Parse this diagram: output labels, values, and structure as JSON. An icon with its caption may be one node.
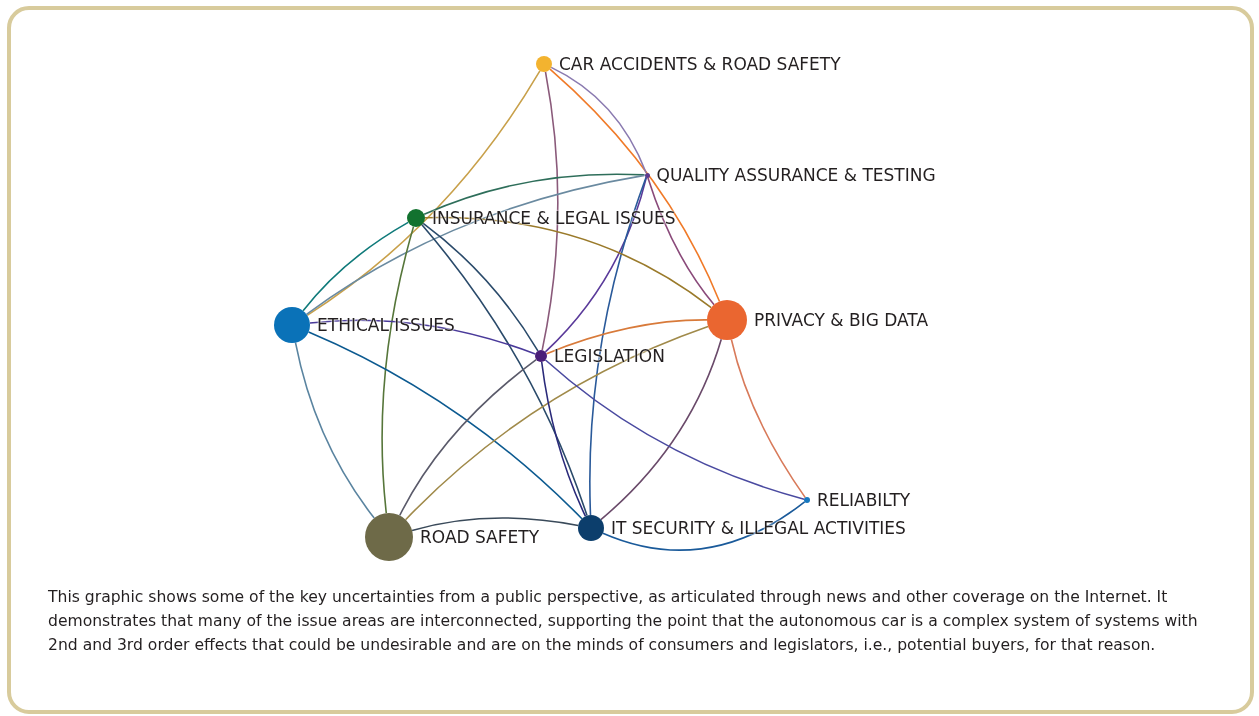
{
  "diagram": {
    "nodes": [
      {
        "text": [
          "CAR ACCIDENTS & ROAD SAFETY"
        ]
      },
      {
        "text": [
          "QUALITY ASSURANCE & TESTING"
        ]
      },
      {
        "text": [
          "INSURANCE & LEGAL ISSUES"
        ]
      },
      {
        "text": [
          "ETHICAL ISSUES"
        ]
      },
      {
        "text": [
          "PRIVACY & BIG DATA"
        ]
      },
      {
        "text": [
          "LEGISLATION"
        ]
      },
      {
        "text": [
          "RELIABILTY"
        ]
      },
      {
        "text": [
          "ROAD SAFETY"
        ]
      },
      {
        "text": [
          "IT SECURITY & ILLEGAL ACTIVITIES"
        ]
      }
    ],
    "edges": [
      {
        "from": 0,
        "to": 3,
        "arrow": "none",
        "color": "#c8a04a"
      },
      {
        "from": 0,
        "to": 5,
        "arrow": "none",
        "color": "#8a5a7a"
      },
      {
        "from": 0,
        "to": 4,
        "arrow": "none",
        "color": "#f07a28"
      },
      {
        "from": 0,
        "to": 1,
        "arrow": "none",
        "color": "#8a7ab0"
      },
      {
        "from": 1,
        "to": 4,
        "arrow": "none",
        "color": "#8a4a7a"
      },
      {
        "from": 1,
        "to": 2,
        "arrow": "none",
        "color": "#2e6e5a"
      },
      {
        "from": 1,
        "to": 3,
        "arrow": "none",
        "color": "#6a8aa0"
      },
      {
        "from": 1,
        "to": 5,
        "arrow": "none",
        "color": "#5a3a9a"
      },
      {
        "from": 1,
        "to": 8,
        "arrow": "none",
        "color": "#2a5a9a"
      },
      {
        "from": 2,
        "to": 3,
        "arrow": "none",
        "color": "#0f7a7a"
      },
      {
        "from": 2,
        "to": 7,
        "arrow": "none",
        "color": "#56763a"
      },
      {
        "from": 2,
        "to": 5,
        "arrow": "none",
        "color": "#2a4a6a"
      },
      {
        "from": 2,
        "to": 8,
        "arrow": "none",
        "color": "#2a4a6a"
      },
      {
        "from": 2,
        "to": 4,
        "arrow": "none",
        "color": "#9a7a2a"
      },
      {
        "from": 3,
        "to": 5,
        "arrow": "none",
        "color": "#4a3a9a"
      },
      {
        "from": 3,
        "to": 8,
        "arrow": "none",
        "color": "#0c5a90"
      },
      {
        "from": 3,
        "to": 7,
        "arrow": "none",
        "color": "#5a84a0"
      },
      {
        "from": 4,
        "to": 5,
        "arrow": "none",
        "color": "#d87a3a"
      },
      {
        "from": 4,
        "to": 7,
        "arrow": "none",
        "color": "#a08a4a"
      },
      {
        "from": 4,
        "to": 8,
        "arrow": "none",
        "color": "#6a4a6a"
      },
      {
        "from": 4,
        "to": 6,
        "arrow": "none",
        "color": "#d87a5a"
      },
      {
        "from": 5,
        "to": 7,
        "arrow": "none",
        "color": "#5a5a6a"
      },
      {
        "from": 5,
        "to": 8,
        "arrow": "none",
        "color": "#2a2a7a"
      },
      {
        "from": 5,
        "to": 6,
        "arrow": "none",
        "color": "#4a4aa0"
      },
      {
        "from": 7,
        "to": 8,
        "arrow": "none",
        "color": "#3a4a5a"
      },
      {
        "from": 6,
        "to": 8,
        "arrow": "none",
        "color": "#1a5a9a"
      }
    ],
    "caption": "This graphic shows some of the key uncertainties from a public perspective, as articulated through news and other coverage on the Internet. It demonstrates that many of the issue areas are interconnected, supporting the point that the autonomous car is a complex system of systems with 2nd and 3rd order effects that could be undesirable and are on the minds of consumers and legislators, i.e., potential buyers, for that reason."
  }
}
